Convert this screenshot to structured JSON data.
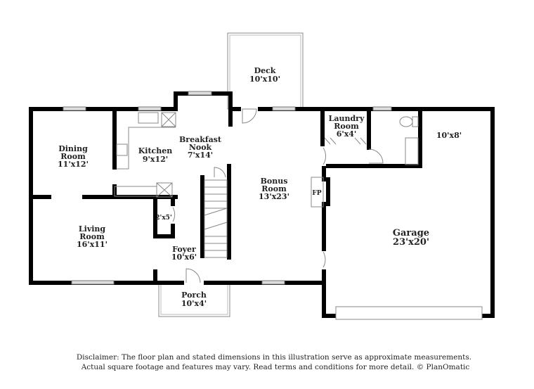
{
  "rooms": {
    "deck": {
      "name": "Deck",
      "dim": "10'x10'"
    },
    "laundry": {
      "name1": "Laundry",
      "name2": "Room",
      "dim": "6'x4'"
    },
    "bath": {
      "dim": "10'x8'"
    },
    "dining": {
      "name1": "Dining",
      "name2": "Room",
      "dim": "11'x12'"
    },
    "kitchen": {
      "name": "Kitchen",
      "dim": "9'x12'"
    },
    "nook": {
      "name1": "Breakfast",
      "name2": "Nook",
      "dim": "7'x14'"
    },
    "bonus": {
      "name1": "Bonus",
      "name2": "Room",
      "dim": "13'x23'"
    },
    "fireplace": {
      "label": "FP"
    },
    "closet": {
      "dim": "2'x5'"
    },
    "living": {
      "name1": "Living",
      "name2": "Room",
      "dim": "16'x11'"
    },
    "foyer": {
      "name": "Foyer",
      "dim": "10'x6'"
    },
    "garage": {
      "name": "Garage",
      "dim": "23'x20'"
    },
    "porch": {
      "name": "Porch",
      "dim": "10'x4'"
    }
  },
  "disclaimer": {
    "line1": "Disclaimer: The floor plan and stated dimensions in this illustration serve as approximate measurements.",
    "line2": "Actual square footage and features may vary. Read terms and conditions for more detail. © PlanOmatic"
  }
}
